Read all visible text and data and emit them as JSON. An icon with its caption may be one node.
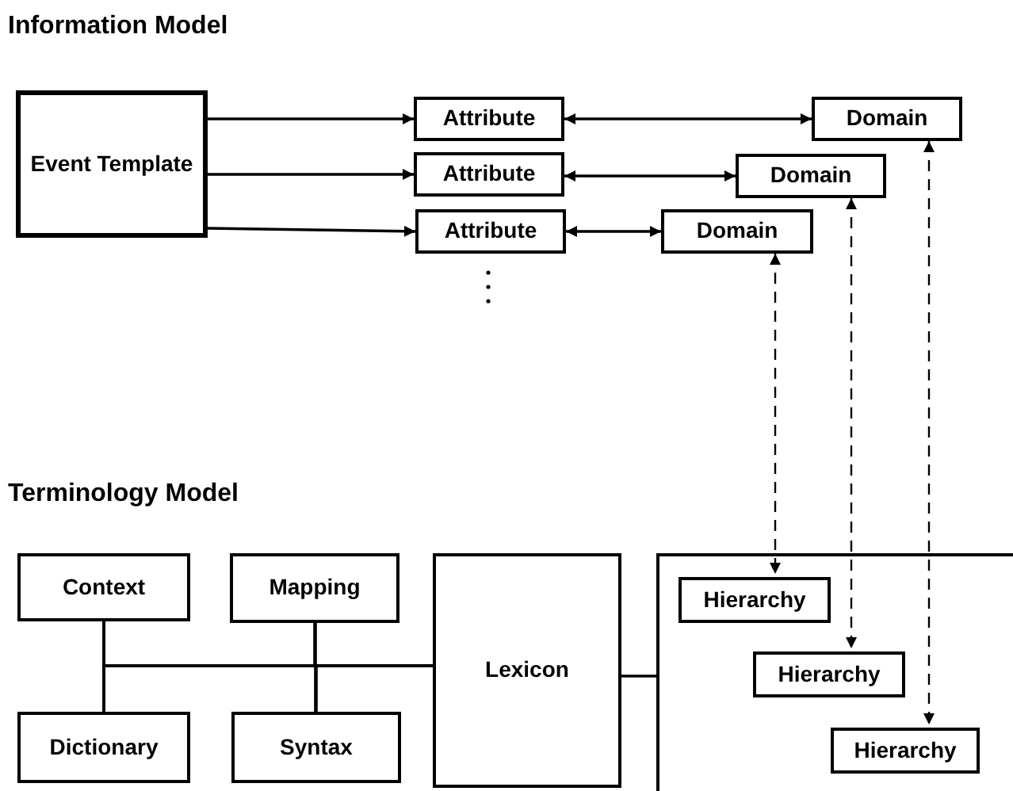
{
  "diagram": {
    "title": "Information Model",
    "nodes": [
      {
        "text": [
          "Event Template"
        ]
      },
      {
        "text": [
          "Attribute"
        ]
      },
      {
        "text": [
          "Attribute"
        ]
      },
      {
        "text": [
          "Attribute"
        ]
      },
      {
        "text": [
          "Domain"
        ]
      },
      {
        "text": [
          "Domain"
        ]
      },
      {
        "text": [
          "Domain"
        ]
      },
      {
        "text": [
          "Context"
        ]
      },
      {
        "text": [
          "Mapping"
        ]
      },
      {
        "text": [
          "Dictionary"
        ]
      },
      {
        "text": [
          "Syntax"
        ]
      },
      {
        "text": [
          "Lexicon"
        ]
      },
      {
        "text": [],
        "shape": "box"
      },
      {
        "text": [
          "Hierarchy"
        ],
        "in": 12
      },
      {
        "text": [
          "Hierarchy"
        ],
        "in": 12
      },
      {
        "text": [
          "Hierarchy"
        ],
        "in": 12
      }
    ],
    "edges": [
      {
        "from": 0,
        "to": 1,
        "arrow": "to"
      },
      {
        "from": 0,
        "to": 2,
        "arrow": "to"
      },
      {
        "from": 0,
        "to": 3,
        "arrow": "to"
      },
      {
        "from": 1,
        "to": 4,
        "arrow": "both"
      },
      {
        "from": 2,
        "to": 5,
        "arrow": "both"
      },
      {
        "from": 3,
        "to": 6,
        "arrow": "both"
      },
      {
        "from": 6,
        "to": 13,
        "arrow": "both",
        "style": "dashed"
      },
      {
        "from": 5,
        "to": 14,
        "arrow": "both",
        "style": "dashed"
      },
      {
        "from": 4,
        "to": 15,
        "arrow": "both",
        "style": "dashed"
      },
      {
        "from": 7,
        "to": 9,
        "arrow": "none"
      },
      {
        "from": 8,
        "to": 10,
        "arrow": "none"
      },
      {
        "from": 7,
        "to": 11,
        "arrow": "none"
      },
      {
        "from": 9,
        "to": 11,
        "arrow": "none"
      },
      {
        "from": 8,
        "to": 11,
        "arrow": "none"
      },
      {
        "from": 10,
        "to": 11,
        "arrow": "none"
      },
      {
        "from": 11,
        "to": 12,
        "arrow": "none"
      }
    ],
    "labels": [
      "Terminology Model"
    ]
  }
}
